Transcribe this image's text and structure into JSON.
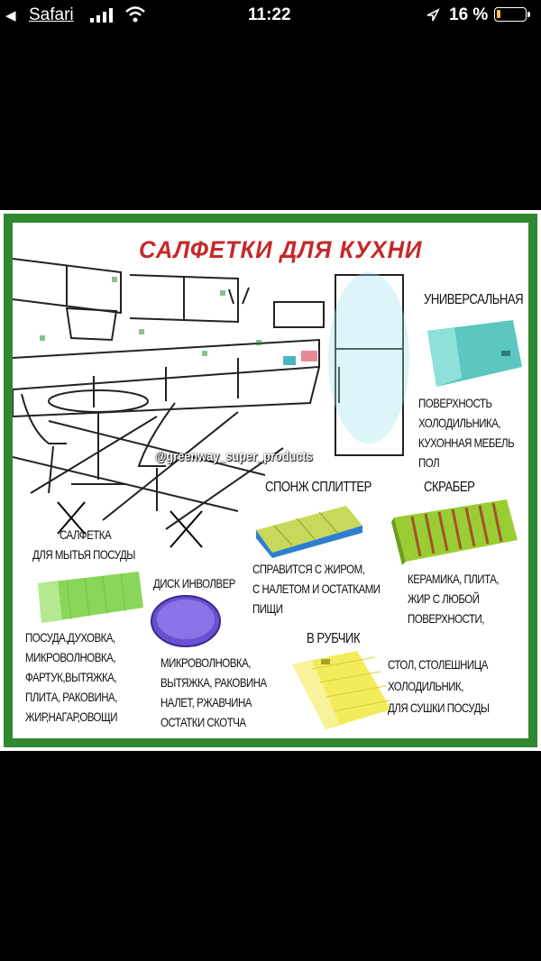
{
  "status_bar": {
    "back_app": "Safari",
    "time": "11:22",
    "battery": "16 %"
  },
  "image": {
    "title": "САЛФЕТКИ ДЛЯ КУХНИ",
    "watermark": "@greenway_super_products",
    "universal": {
      "name": "УНИВЕРСАЛЬНАЯ",
      "uses": [
        "ПОВЕРХНОСТЬ",
        "ХОЛОДИЛЬНИКА,",
        "КУХОННАЯ МЕБЕЛЬ",
        "ПОЛ"
      ]
    },
    "dish_cloth": {
      "name": [
        "САЛФЕТКА",
        "ДЛЯ МЫТЬЯ ПОСУДЫ"
      ],
      "uses": [
        "ПОСУДА,ДУХОВКА,",
        "МИКРОВОЛНОВКА,",
        "ФАРТУК,ВЫТЯЖКА,",
        "ПЛИТА, РАКОВИНА,",
        "ЖИР,НАГАР,ОВОЩИ"
      ]
    },
    "sponge": {
      "name": "СПОНЖ СПЛИТТЕР",
      "uses": [
        "СПРАВИТСЯ С ЖИРОМ,",
        "С НАЛЕТОМ И ОСТАТКАМИ",
        "ПИЩИ"
      ]
    },
    "scraber": {
      "name": "СКРАБЕР",
      "uses": [
        "КЕРАМИКА, ПЛИТА,",
        "ЖИР С ЛЮБОЙ",
        "ПОВЕРХНОСТИ,"
      ]
    },
    "disc": {
      "name": "ДИСК ИНВОЛВЕР",
      "uses": [
        "МИКРОВОЛНОВКА,",
        "ВЫТЯЖКА, РАКОВИНА",
        "НАЛЕТ, РЖАВЧИНА",
        "ОСТАТКИ СКОТЧА"
      ]
    },
    "ribbed": {
      "name": "В РУБЧИК",
      "uses": [
        "СТОЛ, СТОЛЕШНИЦА",
        "ХОЛОДИЛЬНИК,",
        "ДЛЯ СУШКИ ПОСУДЫ"
      ]
    }
  },
  "colors": {
    "frame_green": "#2f8a2f",
    "title_red": "#c62828",
    "universal_teal": "#5cc7c0",
    "dish_green": "#8ad65a",
    "disc_purple": "#6a4fd1",
    "sponge_blue": "#2c7fd0",
    "scraber_stripes": "#9acd32",
    "ribbed_yellow": "#f3ec5a"
  }
}
